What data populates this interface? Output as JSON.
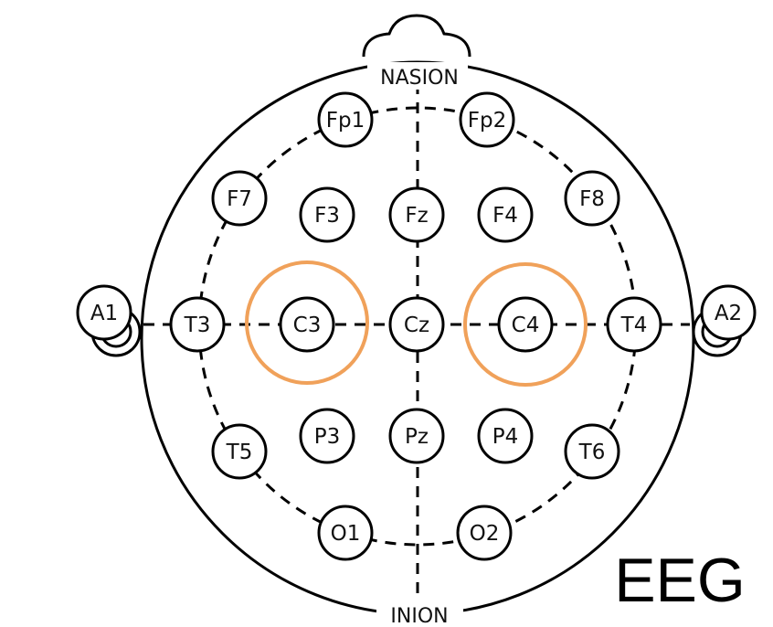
{
  "landmarks": {
    "top": "NASION",
    "bottom": "INION"
  },
  "caption": "EEG",
  "highlight_color": "#f0a15a",
  "electrodes": [
    "Fp1",
    "Fp2",
    "F7",
    "F3",
    "Fz",
    "F4",
    "F8",
    "A1",
    "T3",
    "C3",
    "Cz",
    "C4",
    "T4",
    "A2",
    "T5",
    "P3",
    "Pz",
    "P4",
    "T6",
    "O1",
    "O2"
  ],
  "highlighted": [
    "C3",
    "C4"
  ]
}
